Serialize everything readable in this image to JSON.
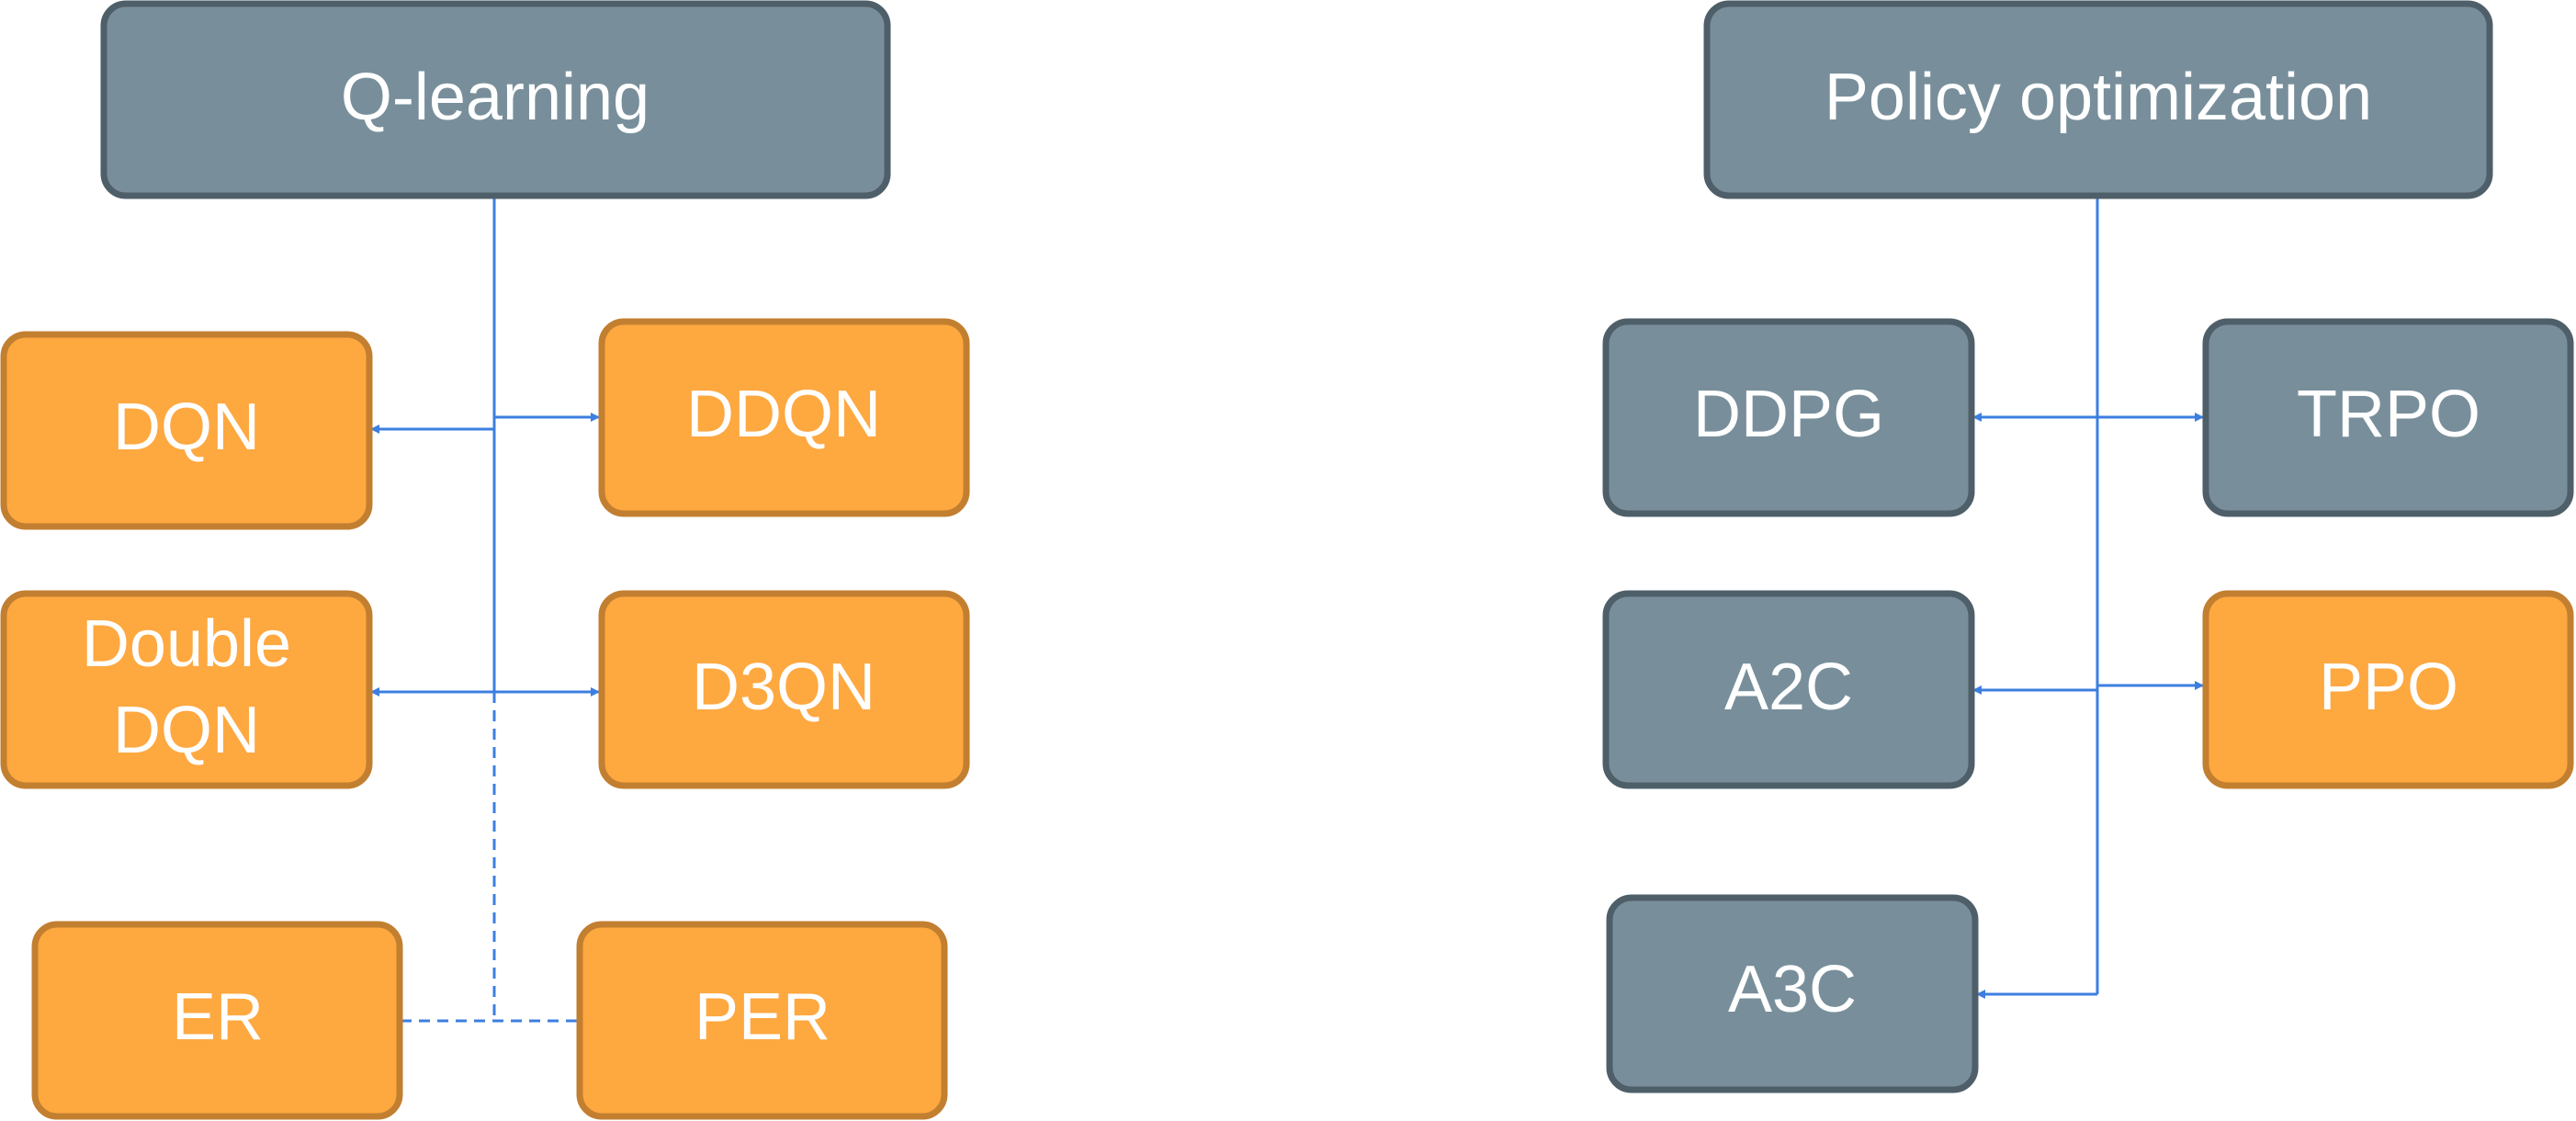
{
  "colors": {
    "gray_fill": "#788f9b",
    "gray_stroke": "#4f5f69",
    "orange_fill": "#fea840",
    "orange_stroke": "#c27f30",
    "edge": "#3c7fe0",
    "label": "#ffffff"
  },
  "groups": {
    "q_learning": {
      "title": "Q-learning",
      "nodes": {
        "dqn": "DQN",
        "ddqn": "DDQN",
        "double_dqn_line1": "Double",
        "double_dqn_line2": "DQN",
        "d3qn": "D3QN",
        "er": "ER",
        "per": "PER"
      }
    },
    "policy_optimization": {
      "title": "Policy optimization",
      "nodes": {
        "ddpg": "DDPG",
        "trpo": "TRPO",
        "a2c": "A2C",
        "ppo": "PPO",
        "a3c": "A3C"
      }
    }
  }
}
